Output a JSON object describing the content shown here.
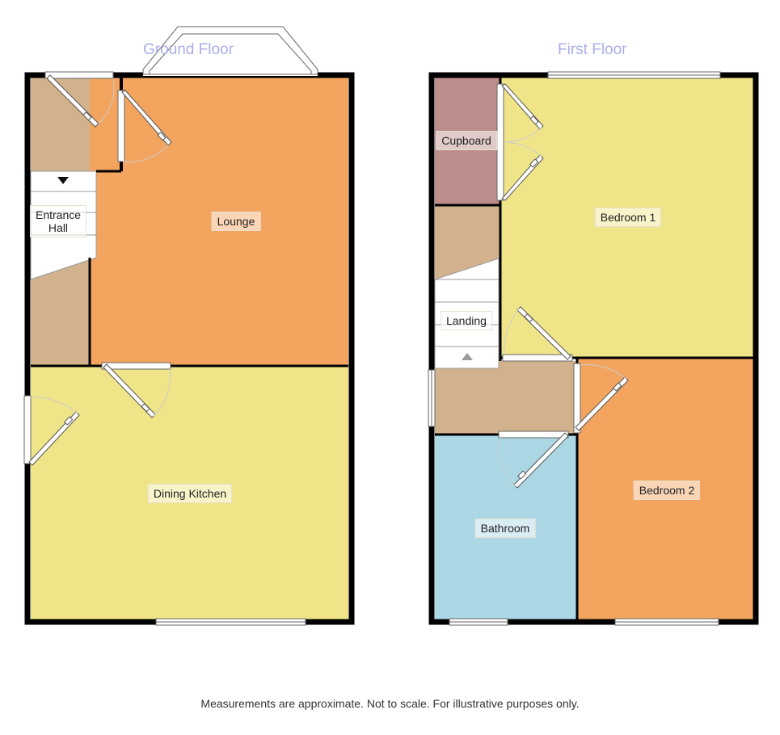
{
  "floors": {
    "ground": {
      "title": "Ground Floor",
      "rooms": {
        "entrance_hall": "Entrance\nHall",
        "lounge": "Lounge",
        "dining_kitchen": "Dining Kitchen"
      }
    },
    "first": {
      "title": "First Floor",
      "rooms": {
        "cupboard": "Cupboard",
        "bedroom1": "Bedroom 1",
        "landing": "Landing",
        "bathroom": "Bathroom",
        "bedroom2": "Bedroom 2"
      }
    }
  },
  "colors": {
    "hall": "#d1b28c",
    "lounge": "#f3a45f",
    "kitchen": "#efe488",
    "cupboard": "#bc8d8a",
    "bedroom1": "#efe488",
    "bathroom": "#acd8e6",
    "bedroom2": "#f3a45f",
    "wall": "#000000"
  },
  "stair_arrows": {
    "ground": "down",
    "first": "up"
  },
  "footer": "Measurements are approximate. Not to scale. For illustrative purposes only."
}
